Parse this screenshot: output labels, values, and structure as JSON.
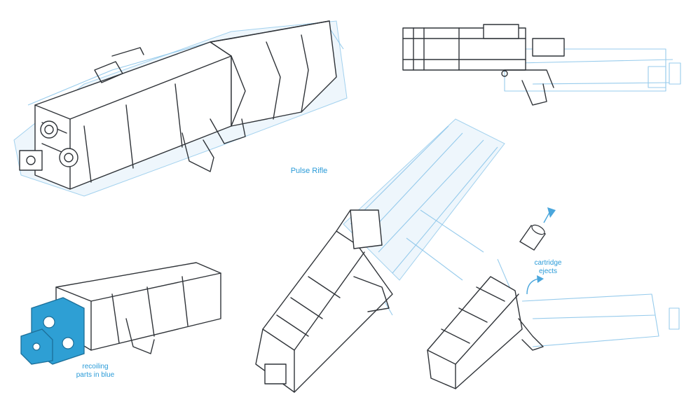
{
  "labels": {
    "title": "Pulse Rifle",
    "recoil_line1": "recoiling",
    "recoil_line2": "parts in blue",
    "eject_line1": "cartridge",
    "eject_line2": "ejects"
  },
  "colors": {
    "ink": "#2f3338",
    "pencil_blue": "#8cc6ea",
    "pencil_blue_dark": "#4aa6dc",
    "recoil_fill": "#2e9fd4",
    "label": "#2a9bd8"
  }
}
